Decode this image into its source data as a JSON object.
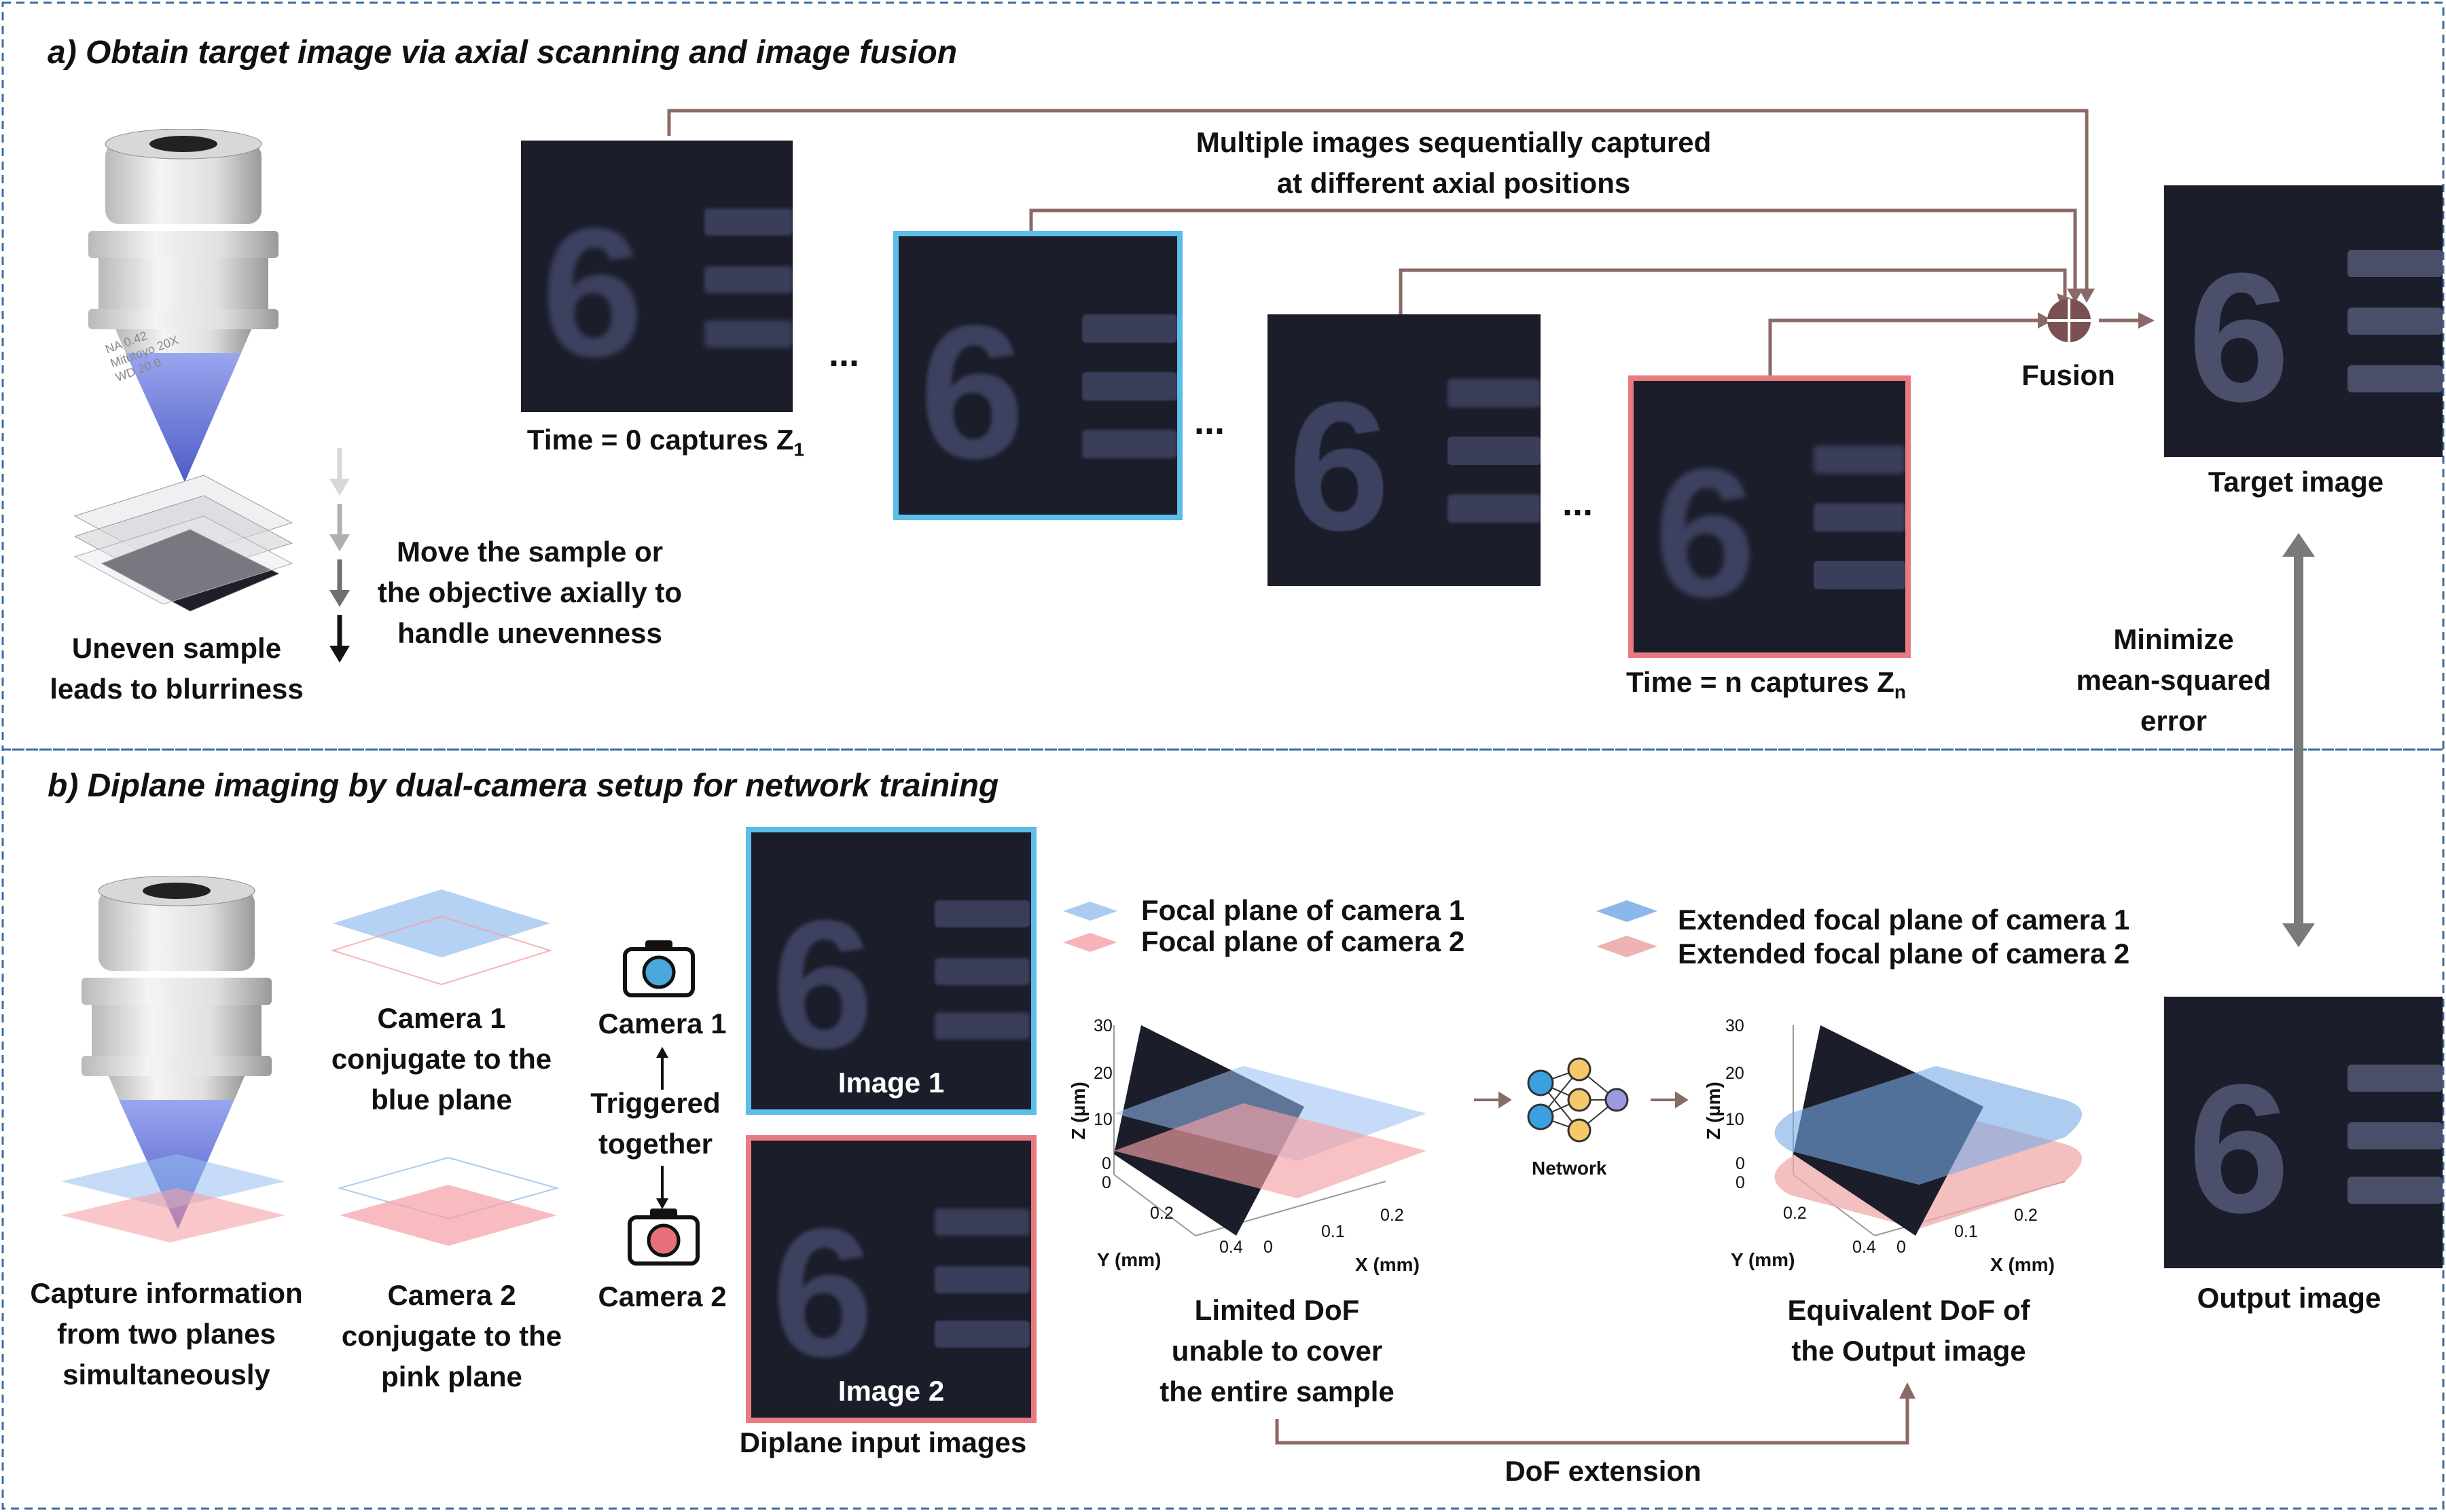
{
  "panel_a": {
    "heading": "a) Obtain target image via axial scanning and image fusion",
    "sample_caption": [
      "Uneven sample",
      "leads to blurriness"
    ],
    "move_caption": [
      "Move the sample or",
      "the objective axially to",
      "handle unevenness"
    ],
    "multiple_caption": [
      "Multiple images sequentially captured",
      "at different axial positions"
    ],
    "time0_prefix": "Time = 0 captures Z",
    "time0_sub": "1",
    "timen_prefix": "Time = n captures Z",
    "timen_sub": "n",
    "ellipsis": "...",
    "fusion": "Fusion",
    "target_image": "Target image",
    "minimize": [
      "Minimize",
      "mean-squared",
      "error"
    ]
  },
  "panel_b": {
    "heading": "b) Diplane imaging by dual-camera setup for network training",
    "capture_caption": [
      "Capture information",
      "from two planes",
      "simultaneously"
    ],
    "camera1_caption": [
      "Camera 1",
      "conjugate to the",
      "blue plane"
    ],
    "camera2_caption": [
      "Camera 2",
      "conjugate to the",
      "pink plane"
    ],
    "camera1": "Camera 1",
    "camera2": "Camera 2",
    "triggered": [
      "Triggered",
      "together"
    ],
    "image1": "Image 1",
    "image2": "Image 2",
    "diplane_caption": "Diplane input images",
    "legend_left": [
      "Focal plane of camera 1",
      "Focal plane of camera 2"
    ],
    "legend_right": [
      "Extended focal plane of camera 1",
      "Extended focal plane of camera 2"
    ],
    "limited_caption": [
      "Limited DoF",
      "unable to cover",
      "the entire sample"
    ],
    "equivalent_caption": [
      "Equivalent DoF of",
      "the Output image"
    ],
    "network": "Network",
    "dof_extension": "DoF extension",
    "output_image": "Output image",
    "plot": {
      "zlabel": "Z (μm)",
      "ylabel": "Y (mm)",
      "xlabel": "X (mm)",
      "z_ticks": [
        "30",
        "20",
        "10",
        "0"
      ],
      "y_ticks": [
        "0",
        "0.2",
        "0.4"
      ],
      "x_ticks": [
        "0",
        "0.1",
        "0.2"
      ]
    }
  },
  "objective_text": [
    "NA 0.42",
    "Mitutoyo 20X",
    "WD 20.0"
  ],
  "digit": "6",
  "colors": {
    "blue_frame": "#5bbde8",
    "pink_frame": "#e87b7f",
    "arrow": "#8a6a66",
    "dash": "#3b6ea5"
  }
}
